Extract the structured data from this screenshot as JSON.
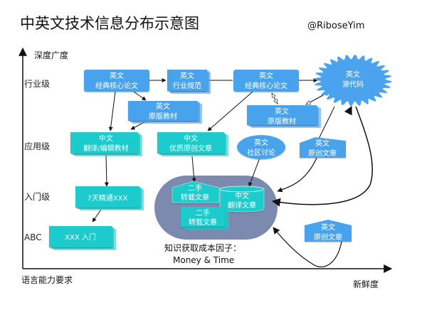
{
  "title": "中英文技术信息分布示意图",
  "author": "@RiboseYim",
  "colors": {
    "blue": "#4aa3ec",
    "teal": "#1ccbcb",
    "cluster": "#7c8ab0",
    "axis": "#111111"
  },
  "axes": {
    "y_label": "深度广度",
    "x_label": "新鲜度",
    "bottom_left_label": "语言能力要求",
    "levels": [
      "行业级",
      "应用级",
      "入门级",
      "ABC"
    ]
  },
  "nodes": {
    "en_classic_paper_1": {
      "line1": "英文",
      "line2": "经典核心论文"
    },
    "en_industry_spec": {
      "line1": "英文",
      "line2": "行业规范"
    },
    "en_classic_paper_2": {
      "line1": "英文",
      "line2": "经典核心论文"
    },
    "en_source_code": {
      "line1": "英文",
      "line2": "源代码"
    },
    "en_original_textbook_1": {
      "line1": "英文",
      "line2": "原版教材"
    },
    "en_original_textbook_2": {
      "line1": "英文",
      "line2": "原版教材"
    },
    "zh_translated_textbook": {
      "line1": "中文",
      "line2": "翻译/编辑教材"
    },
    "zh_quality_article": {
      "line1": "中文",
      "line2": "优质原创文章"
    },
    "en_community": {
      "line1": "英文",
      "line2": "社区讨论"
    },
    "en_original_article_1": {
      "line1": "英文",
      "line2": "原创文章"
    },
    "zh_7days": {
      "line1": "7天精通XXX"
    },
    "abc_intro": {
      "line1": "XXX 入门"
    },
    "secondhand_1": {
      "line1": "二手",
      "line2": "转载文章"
    },
    "zh_translated_article": {
      "line1": "中文",
      "line2": "翻译文章"
    },
    "secondhand_2": {
      "line1": "二手",
      "line2": "转载文章"
    },
    "en_original_article_2": {
      "line1": "英文",
      "line2": "原创文章"
    }
  },
  "cost_note": {
    "line1": "知识获取成本因子：",
    "line2": "Money & Time"
  }
}
